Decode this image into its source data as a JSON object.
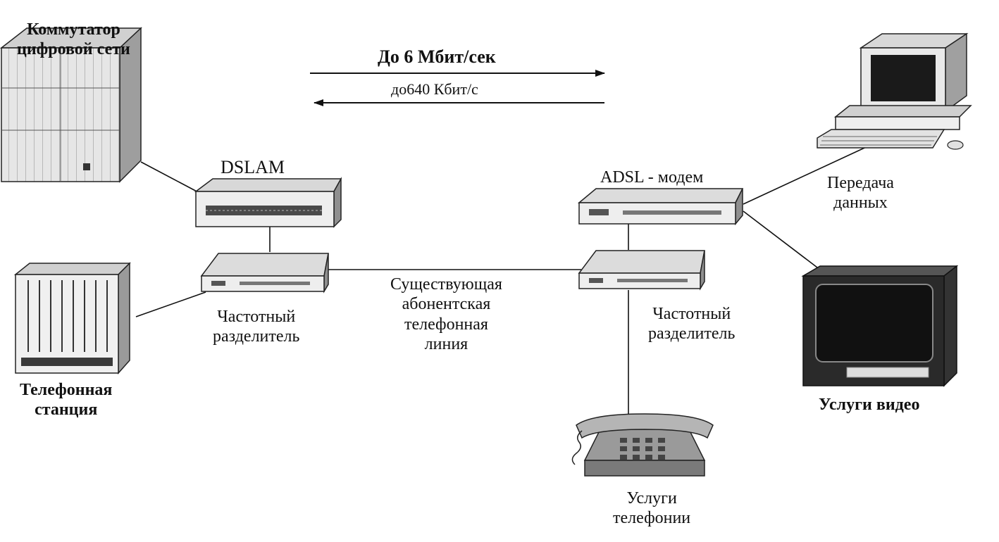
{
  "diagram": {
    "labels": {
      "switch_line1": "Коммутатор",
      "switch_line2": "цифровой сети",
      "dslam": "DSLAM",
      "exchange_line1": "Телефонная",
      "exchange_line2": "станция",
      "splitter_left_line1": "Частотный",
      "splitter_left_line2": "разделитель",
      "line_line1": "Существующая",
      "line_line2": "абонентская",
      "line_line3": "телефонная",
      "line_line4": "линия",
      "modem": "ADSL - модем",
      "splitter_right_line1": "Частотный",
      "splitter_right_line2": "разделитель",
      "data_line1": "Передача",
      "data_line2": "данных",
      "video": "Услуги видео",
      "phone_line1": "Услуги",
      "phone_line2": "телефонии",
      "downstream": "До 6 Мбит/сек",
      "upstream": "до640 Кбит/с"
    },
    "colors": {
      "ink": "#111111",
      "device_light": "#e8e8e8",
      "device_mid": "#bdbdbd",
      "device_dark": "#4a4a4a",
      "screen": "#1a1a1a"
    }
  }
}
